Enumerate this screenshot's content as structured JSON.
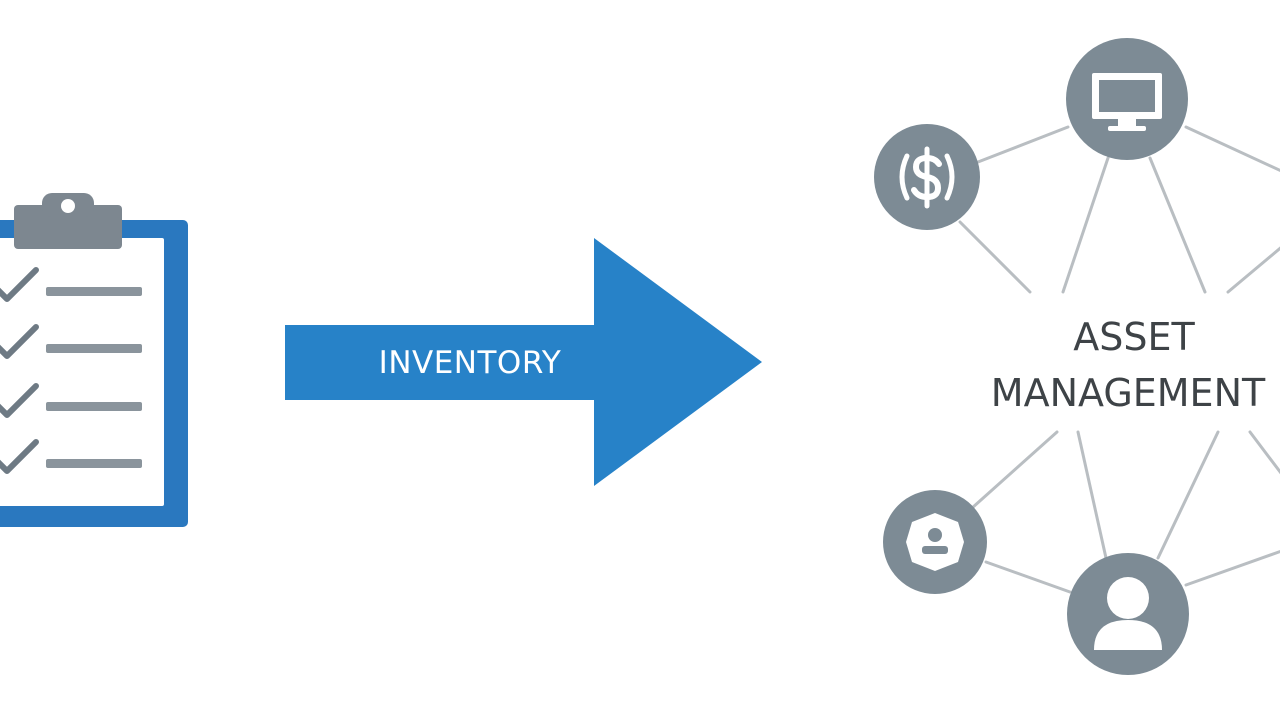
{
  "arrow": {
    "label": "INVENTORY"
  },
  "hub": {
    "line1": "ASSET",
    "line2": "MANAGEMENT"
  },
  "colors": {
    "accent_blue": "#2782c8",
    "clipboard_border": "#2a78bf",
    "node_gray": "#7d8b95",
    "clip_gray": "#7d8790",
    "check_gray": "#6e7a84",
    "line_gray": "#b9bec2",
    "text_dark": "#3e4347"
  },
  "nodes": [
    {
      "name": "monitor-node",
      "icon": "monitor-icon"
    },
    {
      "name": "finance-node",
      "icon": "dollar-icon"
    },
    {
      "name": "badge-node",
      "icon": "id-badge-icon"
    },
    {
      "name": "person-node",
      "icon": "person-icon"
    }
  ],
  "clipboard": {
    "icon": "clipboard-checklist-icon",
    "checked_items": 4
  }
}
